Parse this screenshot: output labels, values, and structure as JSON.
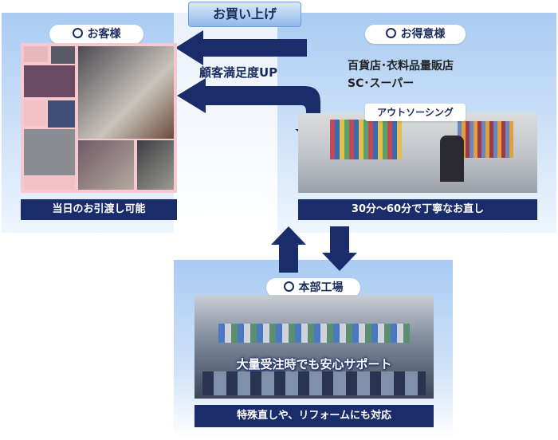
{
  "header": {
    "label": "お買い上げ"
  },
  "customer": {
    "label": "お客様",
    "caption": "当日のお引渡し可能"
  },
  "client": {
    "label": "お得意様",
    "line1": "百貨店･衣料品量販店",
    "line2": "SC･スーパー"
  },
  "satisfaction": {
    "label": "顧客満足度UP"
  },
  "outsourcing": {
    "label": "アウトソーシング",
    "caption": "30分～60分で丁寧なお直し"
  },
  "factory": {
    "label": "本部工場",
    "overlay": "大量受注時でも安心サポート",
    "caption": "特殊直しや、リフォームにも対応"
  },
  "colors": {
    "navy": "#1b2c6b",
    "panel_light": "#a9cbf3",
    "accent_pink": "#f6c8cf"
  }
}
